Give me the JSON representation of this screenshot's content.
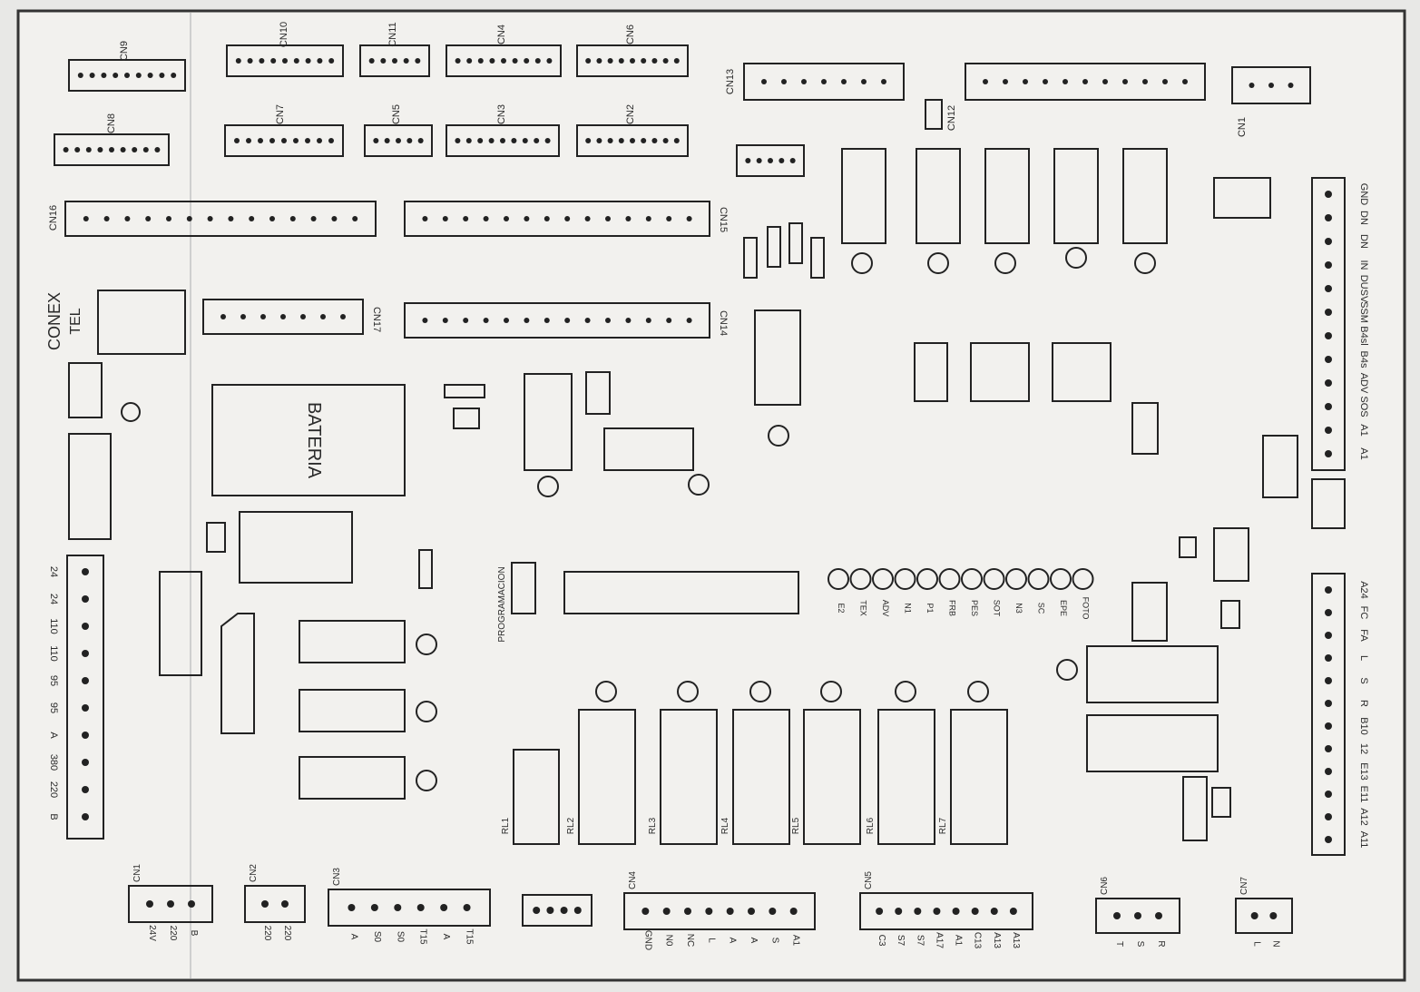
{
  "board": {
    "bateria_label": "BATERIA",
    "conex_label": "CONEX",
    "tel_label": "TEL",
    "programacion_label": "PROGRAMACION"
  },
  "connectors": {
    "top_row": [
      "CN9",
      "CN10",
      "CN11",
      "CN4",
      "CN6",
      "CN8",
      "CN7",
      "CN5",
      "CN3",
      "CN2",
      "CN13",
      "CN12",
      "CN1"
    ],
    "strip_labels": [
      "CN15",
      "CN16",
      "CN17",
      "CN14"
    ],
    "bottom": [
      {
        "name": "CN1",
        "pins": [
          "24V",
          "220",
          "B"
        ]
      },
      {
        "name": "CN2",
        "pins": [
          "220",
          "220"
        ]
      },
      {
        "name": "CN3",
        "pins": [
          "A",
          "S0",
          "S0",
          "T15",
          "A",
          "T15"
        ]
      },
      {
        "name": "CN4",
        "pins": [
          "GND",
          "N0",
          "NC",
          "L",
          "A",
          "A",
          "S",
          "A1"
        ]
      },
      {
        "name": "CN5",
        "pins": [
          "C3",
          "S7",
          "S7",
          "A17",
          "A1",
          "C13",
          "A13",
          "A13"
        ]
      },
      {
        "name": "CN6",
        "pins": [
          "T",
          "S",
          "R"
        ]
      },
      {
        "name": "CN7",
        "pins": [
          "L",
          "N"
        ]
      }
    ],
    "right_upper": [
      "GND",
      "DN",
      "DN",
      "IN",
      "DUSV",
      "SSM",
      "B4sl",
      "B4s",
      "ADV",
      "SOS",
      "A1",
      "A1"
    ],
    "right_lower": [
      "A24",
      "FC",
      "FA",
      "L",
      "S",
      "R",
      "B10",
      "12",
      "E13",
      "E11",
      "A12",
      "A11"
    ],
    "left_terminal": [
      "24",
      "24",
      "110",
      "110",
      "95",
      "95",
      "A",
      "380",
      "220",
      "B"
    ]
  },
  "leds_row": [
    "E2",
    "TEX",
    "ADV",
    "N1",
    "P1",
    "FRB",
    "PES",
    "SOT",
    "N3",
    "SC",
    "EPE",
    "FOTO"
  ],
  "relays_bottom": [
    "RL1",
    "RL2",
    "RL3",
    "RL4",
    "RL5",
    "RL6",
    "RL7"
  ]
}
